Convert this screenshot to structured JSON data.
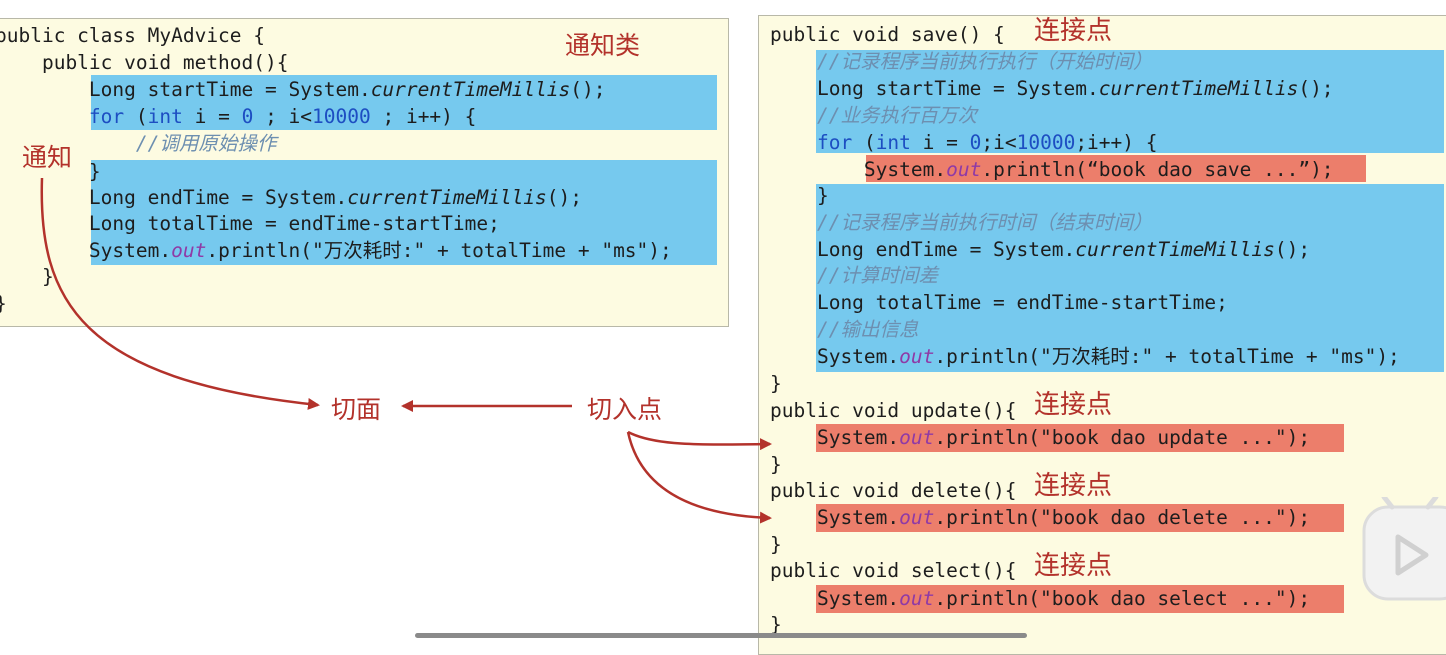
{
  "left_code": [
    [
      "public class MyAdvice {"
    ],
    [
      "    public void method(){"
    ],
    [
      "        Long startTime = System.",
      {
        "c": "it",
        "t": "currentTimeMillis"
      },
      "();"
    ],
    [
      "        ",
      {
        "c": "kw",
        "t": "for"
      },
      " (",
      {
        "c": "kw",
        "t": "int"
      },
      " i = ",
      {
        "c": "num",
        "t": "0"
      },
      " ; i<",
      {
        "c": "num",
        "t": "10000"
      },
      " ; i++) {"
    ],
    [
      "            ",
      {
        "c": "cm",
        "t": "//调用原始操作"
      }
    ],
    [
      "        }"
    ],
    [
      "        Long endTime = System.",
      {
        "c": "it",
        "t": "currentTimeMillis"
      },
      "();"
    ],
    [
      "        Long totalTime = endTime-startTime;"
    ],
    [
      "        System.",
      {
        "c": "out",
        "t": "out"
      },
      ".println(\"万次耗时:\" + totalTime + \"ms\");"
    ],
    [
      "    }"
    ],
    [
      "}"
    ]
  ],
  "right_code": [
    [
      "public void save() {"
    ],
    [
      "    ",
      {
        "c": "cm",
        "t": "//记录程序当前执行执行（开始时间）"
      }
    ],
    [
      "    Long startTime = System.",
      {
        "c": "it",
        "t": "currentTimeMillis"
      },
      "();"
    ],
    [
      "    ",
      {
        "c": "cm",
        "t": "//业务执行百万次"
      }
    ],
    [
      "    ",
      {
        "c": "kw",
        "t": "for"
      },
      " (",
      {
        "c": "kw",
        "t": "int"
      },
      " i = ",
      {
        "c": "num",
        "t": "0"
      },
      ";i<",
      {
        "c": "num",
        "t": "10000"
      },
      ";i++) {"
    ],
    [
      "        System.",
      {
        "c": "out",
        "t": "out"
      },
      ".println(“book dao save ...”);"
    ],
    [
      "    }"
    ],
    [
      "    ",
      {
        "c": "cm",
        "t": "//记录程序当前执行时间（结束时间）"
      }
    ],
    [
      "    Long endTime = System.",
      {
        "c": "it",
        "t": "currentTimeMillis"
      },
      "();"
    ],
    [
      "    ",
      {
        "c": "cm",
        "t": "//计算时间差"
      }
    ],
    [
      "    Long totalTime = endTime-startTime;"
    ],
    [
      "    ",
      {
        "c": "cm",
        "t": "//输出信息"
      }
    ],
    [
      "    System.",
      {
        "c": "out",
        "t": "out"
      },
      ".println(\"万次耗时:\" + totalTime + \"ms\");"
    ],
    [
      "}"
    ],
    [
      "public void update(){"
    ],
    [
      "    System.",
      {
        "c": "out",
        "t": "out"
      },
      ".println(\"book dao update ...\");"
    ],
    [
      "}"
    ],
    [
      "public void delete(){"
    ],
    [
      "    System.",
      {
        "c": "out",
        "t": "out"
      },
      ".println(\"book dao delete ...\");"
    ],
    [
      "}"
    ],
    [
      "public void select(){"
    ],
    [
      "    System.",
      {
        "c": "out",
        "t": "out"
      },
      ".println(\"book dao select ...\");"
    ],
    [
      "}"
    ]
  ],
  "labels": {
    "advice_class": "通知类",
    "advice": "通知",
    "aspect": "切面",
    "pointcut": "切入点",
    "joinpoint": "连接点"
  },
  "colors": {
    "highlight_blue": "#76c9ee",
    "highlight_red": "#ec7e6b",
    "annotation_red": "#b3322b",
    "panel_bg": "#fdfbe1"
  }
}
